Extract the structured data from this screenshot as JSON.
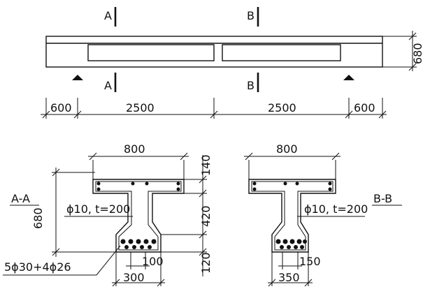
{
  "elevation": {
    "section_marks": [
      "A",
      "B"
    ],
    "height_dim": "680",
    "spans": [
      "600",
      "2500",
      "2500",
      "600"
    ]
  },
  "section_aa": {
    "label": "A-A",
    "flange_width": "800",
    "flange_thickness": "140",
    "web_height": "420",
    "bulb_height": "120",
    "total_height": "680",
    "stirrup": "ϕ10, t=200",
    "rebar": "5ϕ30+4ϕ26",
    "bottom_width": "300",
    "bottom_offset": "100"
  },
  "section_bb": {
    "label": "B-B",
    "flange_width": "800",
    "stirrup": "ϕ10, t=200",
    "bottom_width": "350",
    "bottom_offset": "150"
  }
}
